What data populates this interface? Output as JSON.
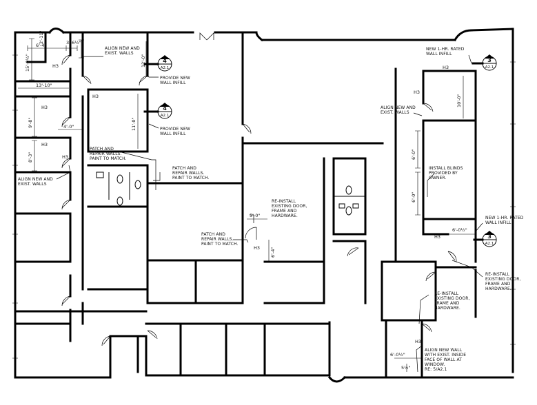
{
  "notes": {
    "align_walls_top": [
      "ALIGN NEW AND",
      "EXIST. WALLS"
    ],
    "provide_infill_1": [
      "PROVIDE NEW",
      "WALL INFILL"
    ],
    "provide_infill_2": [
      "PROVIDE NEW",
      "WALL INFILL"
    ],
    "patch_repair_1": [
      "PATCH AND",
      "REPAIR WALLS.",
      "PAINT TO MATCH."
    ],
    "patch_repair_2": [
      "PATCH AND",
      "REPAIR WALLS.",
      "PAINT TO MATCH."
    ],
    "patch_repair_3": [
      "PATCH AND",
      "REPAIR WALLS.",
      "PAINT TO MATCH."
    ],
    "align_walls_left": [
      "ALIGN NEW AND",
      "EXIST. WALLS"
    ],
    "reinstall_door_center": [
      "RE-INSTALL",
      "EXISTING DOOR,",
      "FRAME AND",
      "HARDWARE."
    ],
    "new_rated_infill_top": [
      "NEW 1-HR. RATED",
      "WALL INFILL"
    ],
    "align_walls_right": [
      "ALIGN NEW AND",
      "EXIST. WALLS"
    ],
    "install_blinds": [
      "INSTALL BLINDS",
      "PROVIDED BY",
      "OWNER."
    ],
    "new_rated_infill_mid": [
      "NEW 1-HR. RATED",
      "WALL INFILL"
    ],
    "reinstall_door_right": [
      "RE-INSTALL",
      "EXISTING DOOR,",
      "FRAME AND",
      "HARDWARE."
    ],
    "reinstall_door_lower": [
      "RE-INSTALL",
      "EXISTING DOOR,",
      "FRAME AND",
      "HARDWARE."
    ],
    "align_new_wall_window": [
      "ALIGN NEW WALL",
      "WITH EXIST. INSIDE",
      "FACE OF WALL AT",
      "WINDOW.",
      "RE: 5/A2.1"
    ]
  },
  "section_markers": [
    {
      "number": "4",
      "sheet": "A2.1"
    },
    {
      "number": "4",
      "sheet": "A2.1"
    },
    {
      "number": "3",
      "sheet": "A2.1"
    },
    {
      "number": "3",
      "sheet": "A2.1"
    }
  ],
  "dimensions": {
    "d_6_4": "6'-4\"",
    "d_3_6": "3'-6½\"",
    "d_2_11": "2'-11\"",
    "d_15_9": "15'-9½\"",
    "d_12_0": "12'-0\"",
    "d_13_10": "13'-10\"",
    "d_9_8": "9'-8\"",
    "d_11_0": "11'-0\"",
    "d_4_0": "4'-0\"",
    "d_8_3": "8'-3\"",
    "d_10_0": "10'-0\"",
    "d_6_0a": "6'-0\"",
    "d_6_0b": "6'-0\"",
    "d_5_0": "5'-0\"",
    "d_6_4b": "6'-4\"",
    "d_6_0c": "6'-0½\"",
    "d_6_0d": "6'-0½\"",
    "d_5_small": "5½\""
  },
  "tags": {
    "h3": "H3"
  }
}
